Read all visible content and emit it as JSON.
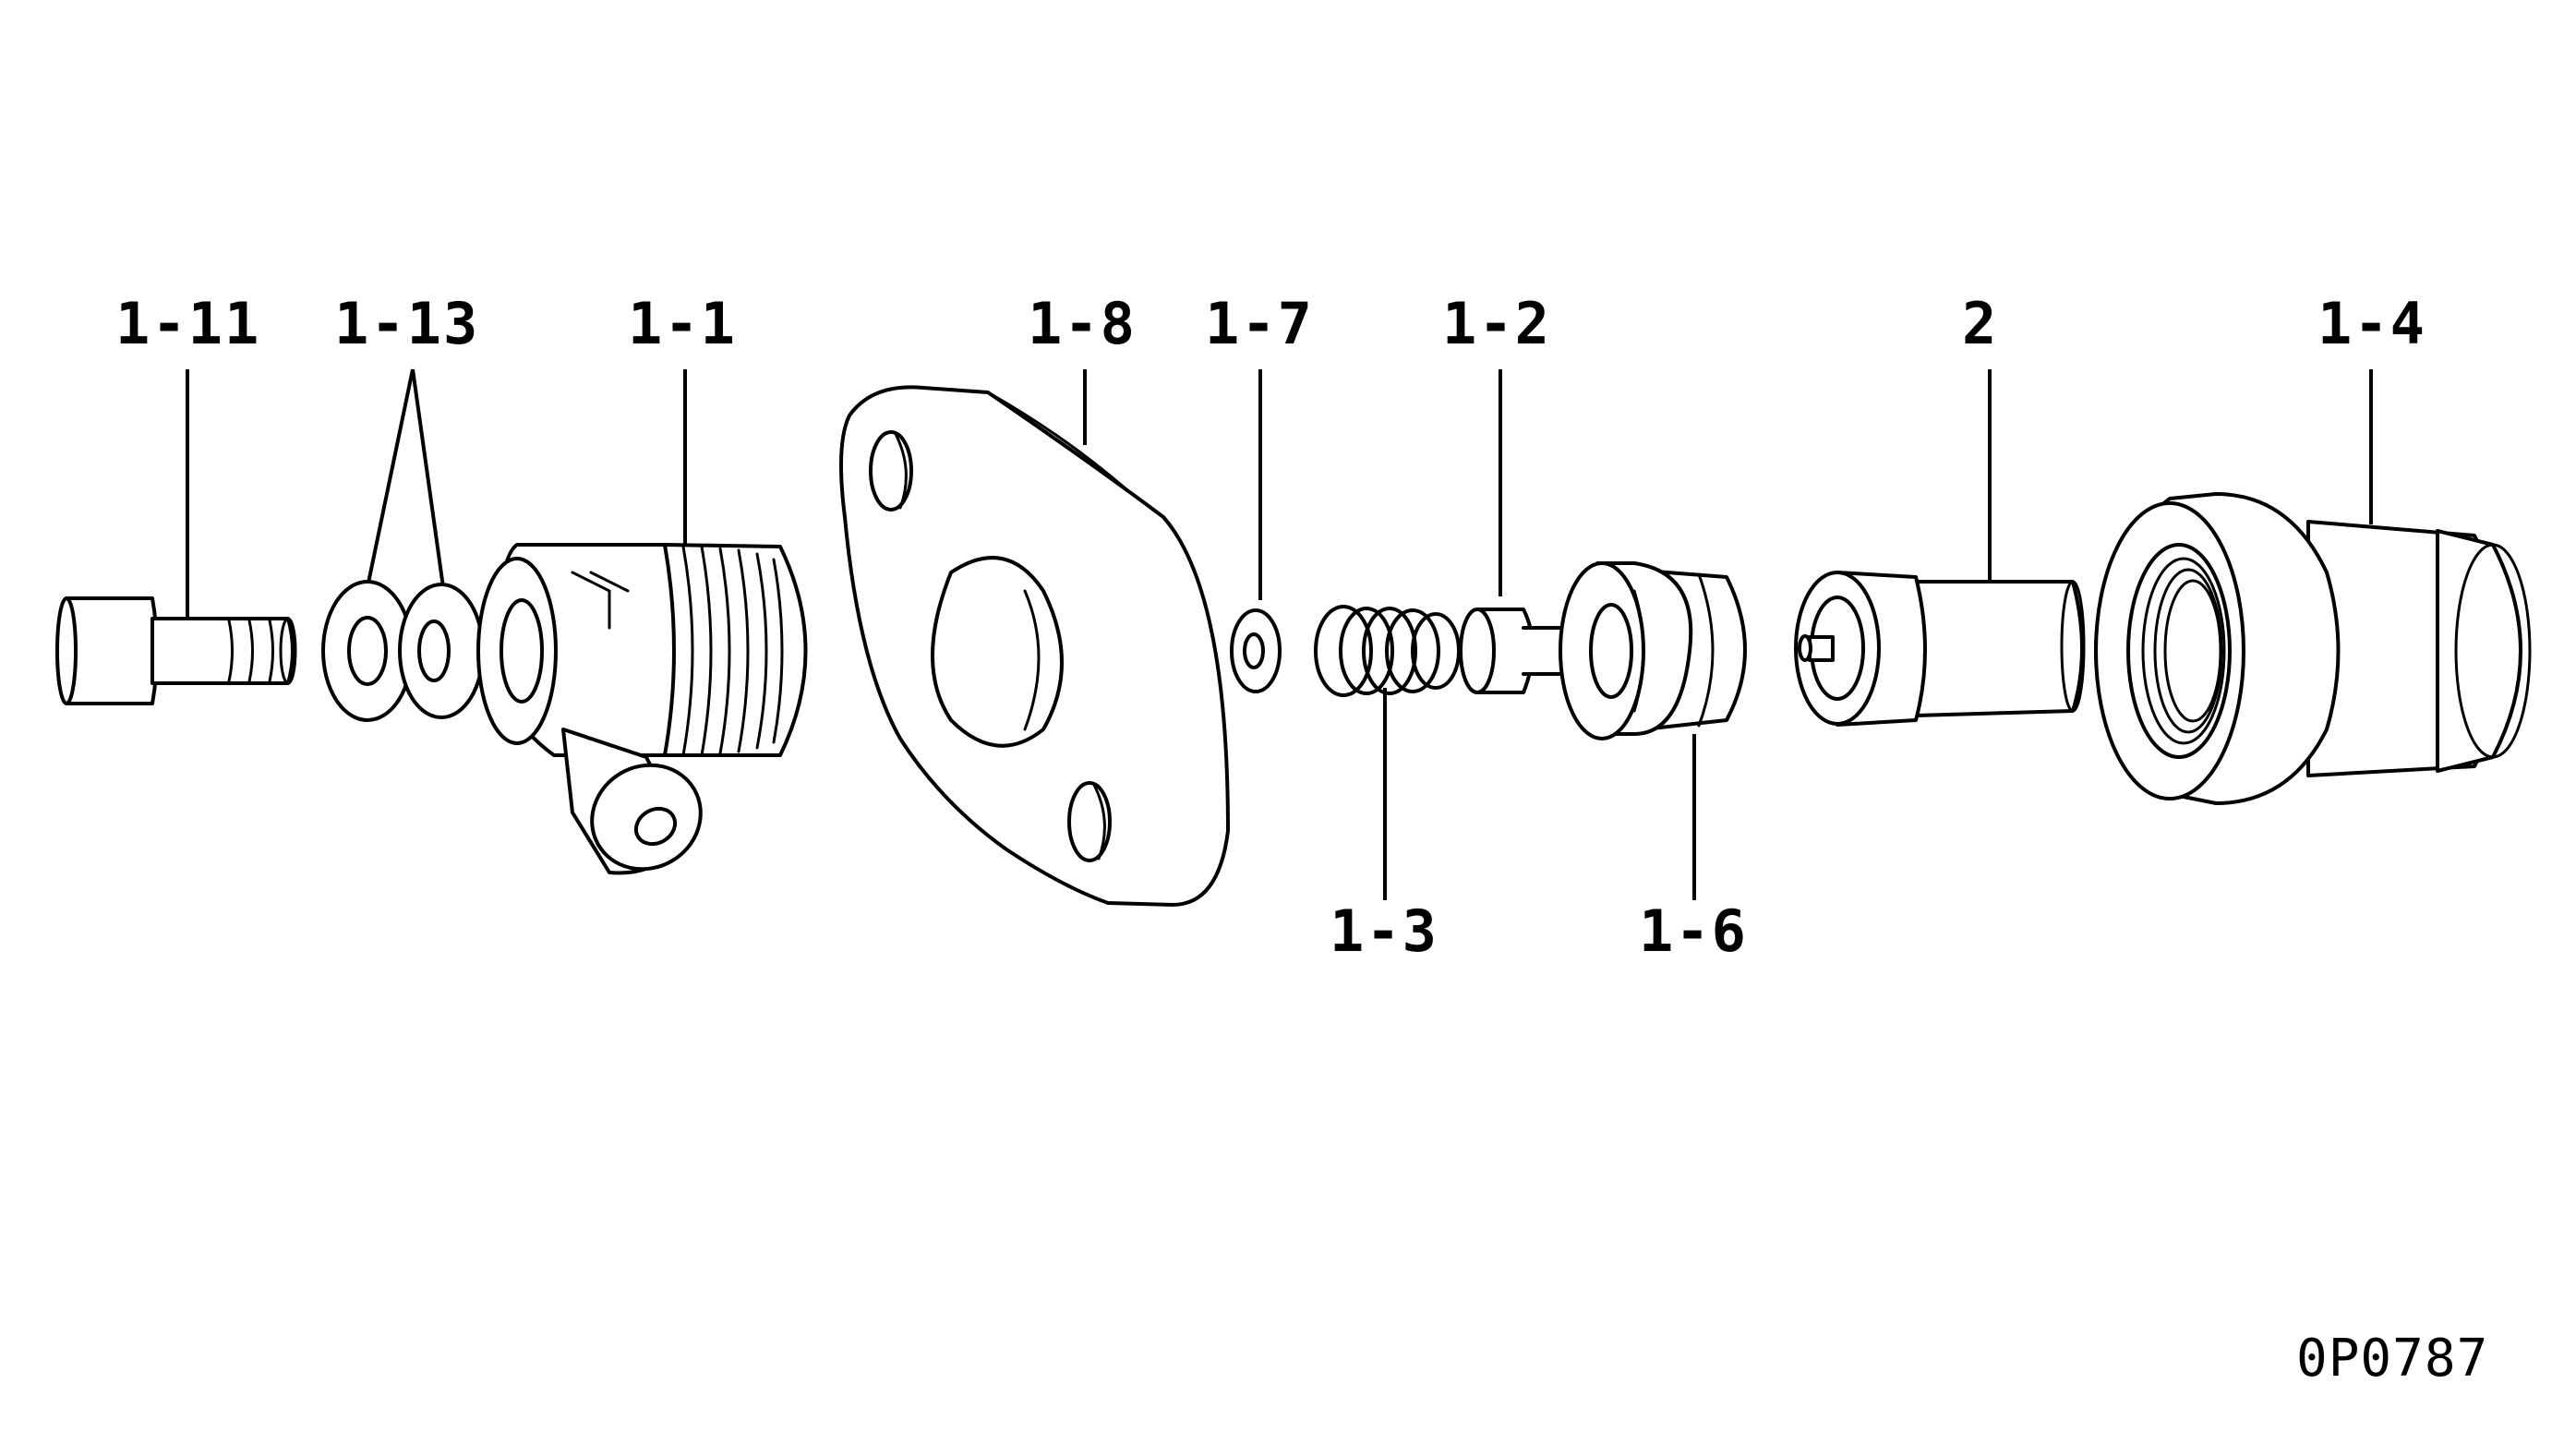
{
  "labels": {
    "p1_11": "1-11",
    "p1_13": "1-13",
    "p1_1": "1-1",
    "p1_8": "1-8",
    "p1_7": "1-7",
    "p1_2": "1-2",
    "p2": "2",
    "p1_4": "1-4",
    "p1_3": "1-3",
    "p1_6": "1-6"
  },
  "drawing_code": "0P0787"
}
